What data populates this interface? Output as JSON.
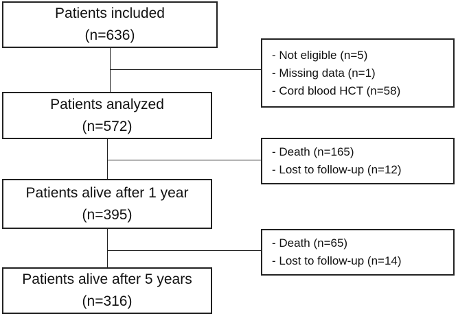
{
  "main_boxes": [
    {
      "title": "Patients included",
      "count": "(n=636)"
    },
    {
      "title": "Patients analyzed",
      "count": "(n=572)"
    },
    {
      "title": "Patients alive after 1 year",
      "count": "(n=395)"
    },
    {
      "title": "Patients alive after 5 years",
      "count": "(n=316)"
    }
  ],
  "exclusions": [
    {
      "items": [
        "Not eligible (n=5)",
        "Missing data (n=1)",
        "Cord blood HCT (n=58)"
      ]
    },
    {
      "items": [
        "Death (n=165)",
        "Lost to follow-up (n=12)"
      ]
    },
    {
      "items": [
        "Death (n=65)",
        "Lost to follow-up (n=14)"
      ]
    }
  ]
}
